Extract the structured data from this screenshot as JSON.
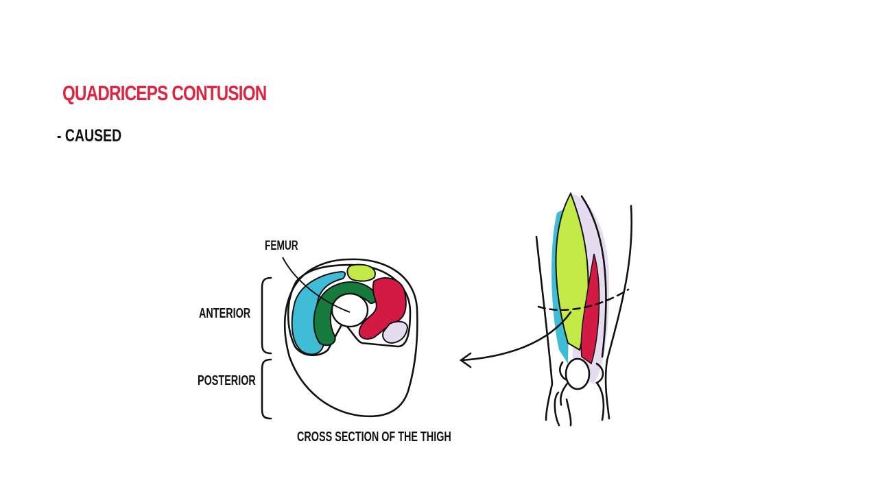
{
  "slide": {
    "title": "QUADRICEPS CONTUSION",
    "bullet": "- CAUSED"
  },
  "diagram": {
    "labels": {
      "femur": "FEMUR",
      "anterior": "ANTERIOR",
      "posterior": "POSTERIOR",
      "caption": "CROSS SECTION OF THE THIGH"
    },
    "colors": {
      "title": "#e0243f",
      "vastus_lateralis": "#3fbcd6",
      "vastus_intermedius": "#157a3c",
      "rectus_femoris": "#c3ea47",
      "vastus_medialis": "#d21a44",
      "sartorius": "#e5dcef"
    }
  }
}
